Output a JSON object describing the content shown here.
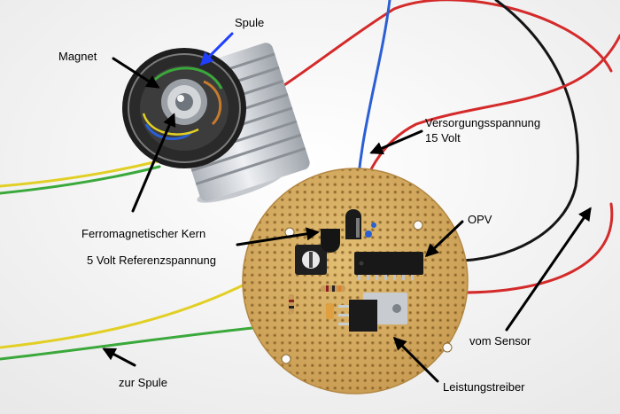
{
  "labels": {
    "spule": "Spule",
    "magnet": "Magnet",
    "versorgung_line1": "Versorgungsspannung",
    "versorgung_line2": "15 Volt",
    "opv": "OPV",
    "kern": "Ferromagnetischer Kern",
    "referenz": "5 Volt Referenzspannung",
    "vom_sensor": "vom Sensor",
    "zur_spule": "zur Spule",
    "leistungstreiber": "Leistungstreiber"
  },
  "colors": {
    "background": "#fafafa",
    "pcb": "#d9b366",
    "wire_red": "#d42a2a",
    "wire_blue": "#2b5fd4",
    "wire_black": "#151515",
    "wire_green": "#3aa83a",
    "wire_yellow": "#e2cf24",
    "heatsink": "#d7dadf",
    "highlight_arrow": "#1f3fff"
  }
}
